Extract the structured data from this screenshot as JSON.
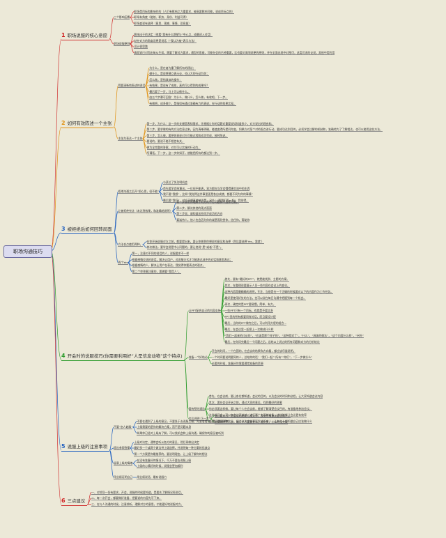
{
  "root": "职场沟通技巧",
  "branches": [
    {
      "num": "1",
      "title": "职场说服的核心意愿",
      "children": [
        {
          "label": "三个影响因素",
          "items": [
            "职场是目标和影响作的（人们有影响之力重要求，被高要影响可能，说成目标点的）",
            "职场有角度（能效、职务、身份、利益可得）",
            "职场变说有选择（意思、观感、事情、恐息量）"
          ]
        },
        {
          "label": "职场说服原则",
          "items": [
            "影响出于的决定（他看“我有什么期望与”中心点，成最初入对话）",
            "站在对方的角度设想是说话（“我认为被”表示与法）",
            "设计很思路",
            "真就说已对而出每从生如，需要了解对方要求，通型的思维，可能在会的已经重要，比也要对高领说更的原则，并在全面出现中对图可，这类可求的论说，其他中用利用"
          ]
        }
      ]
    },
    {
      "num": "2",
      "title": "如何有效陈述一个主张",
      "children": [
        {
          "label": "简要清晰地表述的说话",
          "items": [
            "为什么，是在者为重了解所有的建议；",
            "做什么，是说将建立表示论，也让大的行动为你；",
            "怎么做，是指具体的操作；",
            "有结果，是说有了成效，真的可以得到的成果吗？",
            "最后要了一步，马上可以做什么。",
            "由五个步骤可回答：为什么，做什么，怎么做，有收吧，下一步。",
            "有做吧，成多做少，是指如有通过准确有力的表述，在行动的效果实现。"
          ]
        },
        {
          "label": "主张为表达一个主张",
          "items": [
            "第一步，为什么：这一步的关键是表知需求，无根据让你的话题对重要说如知道多少，对方说出的理由和。",
            "第二步，要求做的有的方法信息过来。因为清晰明确，能使变得所提问你变，如果方对某个对的观点进行动，要成功达到目的，必须学会注解的机制和，准确地为了了解相达，也可以能用这些方法，",
            "第三步，怎么做，要把你表述对方可能过程和成功完成，按时陈述。",
            "要说的，要说不能不相信有关，",
            "做为全完整的答案，对付可以实施的行动为，",
            "所谓话，下一步，这一步你如开，就能把所有的都达到一步，"
          ]
        }
      ]
    },
    {
      "num": "3",
      "title": "被拒绝后如何回转局面",
      "children": [
        {
          "label": "拒绝沟通之后开“把心思，但不能”",
          "items": [
            "与某位了失功明机会",
            "首先要学会结算出，一位但不能表，双方都应当学会懂得建交流中的东西",
            "我不要“我想”，比如“我觉得这件事里面是各自成就，都要不同为你的事情”",
            "最后要“我们”，对方不想真地被说是。另外：‘那我们再一起’，我觉得。"
          ]
        },
        {
          "label": "让被拒绝完法（未达到效果，和准确地说明）",
          "items": [
            "第一步说明你理解了对方的中心问题和不选择方案，",
            "第二步，解决其他的观点面面",
            "第三步说，请知道这些同步成功的方向",
            "真诚待人，他人也会因为你的诚恳而欣赏你，信任你，帮助你"
          ]
        },
        {
          "label": "方法合点使用两种，",
          "items": [
            "在你开始说服对方之前，都要提出来，要让你做到你想说的意见和选择（然后要选择‘Yes，我就’）",
            "其次做法，要学会说是中心问题的，要让他说“是”或者“不是”。"
          ]
        },
        {
          "label": "两个Yes",
          "items": [
            "第一，注意对不同的说话的人，说服要求不一样",
            "根据感情交流的说话，解决让用户，对说服方式才可能表达成中的对话和意思表达；",
            "根据感情的人，解决让用户在表达，我觉得你要表达的观点。",
            "第二个你答案注意的，要做要“我用人”。"
          ]
        }
      ]
    },
    {
      "num": "4",
      "title": "开会时的说服技巧(你需要利用好“人是信息动物”这个特点)",
      "children": [
        {
          "label": "让PPT配合自己的内容支持",
          "items": [
            "首先，要有“最好的PPT”，就是能找到、主题的方案。",
            "其次，在整理说要展示人员一些内容在会议上的变化。",
            "这种内容是最精确的说明，专注、当很是在一个正确的时候要对以下的内容作为工作任务。",
            "最好是使用好处的方法，也可以说在每日沟通中把握到每一个机会。",
            "再次，确定的是PPT要易懂，简单，有力，",
            "一些PPT只有一个目标，也就是不要太多",
            "PPT里的所有都要同样对话，而且要设计提",
            "最后，当你的PPT做完之后，可以利用方便的组合...",
            "最后，在会议里一起把上一次做成什么样",
            "“我们一起来的讨论的”，“应该是那个样子的”，“这种就对了”，“什么”，“具体的做法”，“这个内容什么样”，“另外”",
            "最后，在你问完最后一个问题之后，总结以上说过的所有问题和对方的分析结论"
          ]
        },
        {
          "label": "准备一个好结论",
          "items": [
            "开会的时间，一个在国的，在会议的结果和方向看，都应该尽量说明，",
            "一个时间要说明要同的人，总结你的话：“我们一起”“所有”“你们”，“下一步做什么”",
            "必要的时候，准备好你需要通常准备的资源"
          ]
        },
        {
          "label": "要有预先通告",
          "items": [
            "首先，在会议前，要让各位都知道，会议的目的，以及会议的时间和议程，让大家知道会议内容",
            "其次，要在会议开始之前，通过大家的意见，找到最好的答案",
            "你必须要这样做，要让每个人在会议前，能够了解清楚会议目的，有准备地参加会议，",
            "这时候开会，可以在会议开始前，进行两个方面的准备，这样能够让会议更有效率",
            "会后，会议结束之后，把会议决定的事项发给所有人，让每个人都知道自己应该做什么"
          ]
        },
        {
          "label": "会后说明“下一步”",
          "items": [
            "会议结束后，把会议的结论写成文字，发给所有参加会议的人，",
            "要说明：下一步，每一个人要做什么，谁负责，什么时候完成"
          ]
        }
      ]
    },
    {
      "num": "5",
      "title": "说服上级的注意事项",
      "children": [
        {
          "label": "不要“忽人越级”",
          "items": [
            "不要在遇到了上级的意见，不要急于去说服上级，先要看看自己是不是正确的",
            "上级需要的是你的解决方案，而不是问题本身",
            "如果你已经对上级有了解，可以找机会和上级沟通，确保你的意见被听到"
          ]
        },
        {
          "label": "提出参照答案",
          "items": [
            "上级对决定，通常会听从各方的意见，然后再做出决定",
            "最好多一个或两个做法供上级选择，并说明每一种方案的优缺点",
            "第一个方案是你最推荐的，要说明理由，让上级了解你的想法"
          ]
        },
        {
          "label": "留意上级的情绪",
          "items": [
            "在没有准备好的情况下，千万不要去说服上级",
            "上级的心情好的时候，说服会更加顺利"
          ]
        },
        {
          "label": "用业绩证明自己",
          "items": [
            "用业绩说话，最有说服力"
          ]
        }
      ]
    },
    {
      "num": "6",
      "title": "三点建议",
      "children": [
        {
          "label": "",
          "items": [
            "一、对领导一条有要求，开会，说服的时候要知道，是要先了解情况再说话，",
            "二、每一次开会，都要做好准备，把要说的内容先写下来，",
            "三、在与人沟通的时候，注意倾听，理解对方的意思，才能更好地说服对方。"
          ]
        }
      ]
    }
  ]
}
